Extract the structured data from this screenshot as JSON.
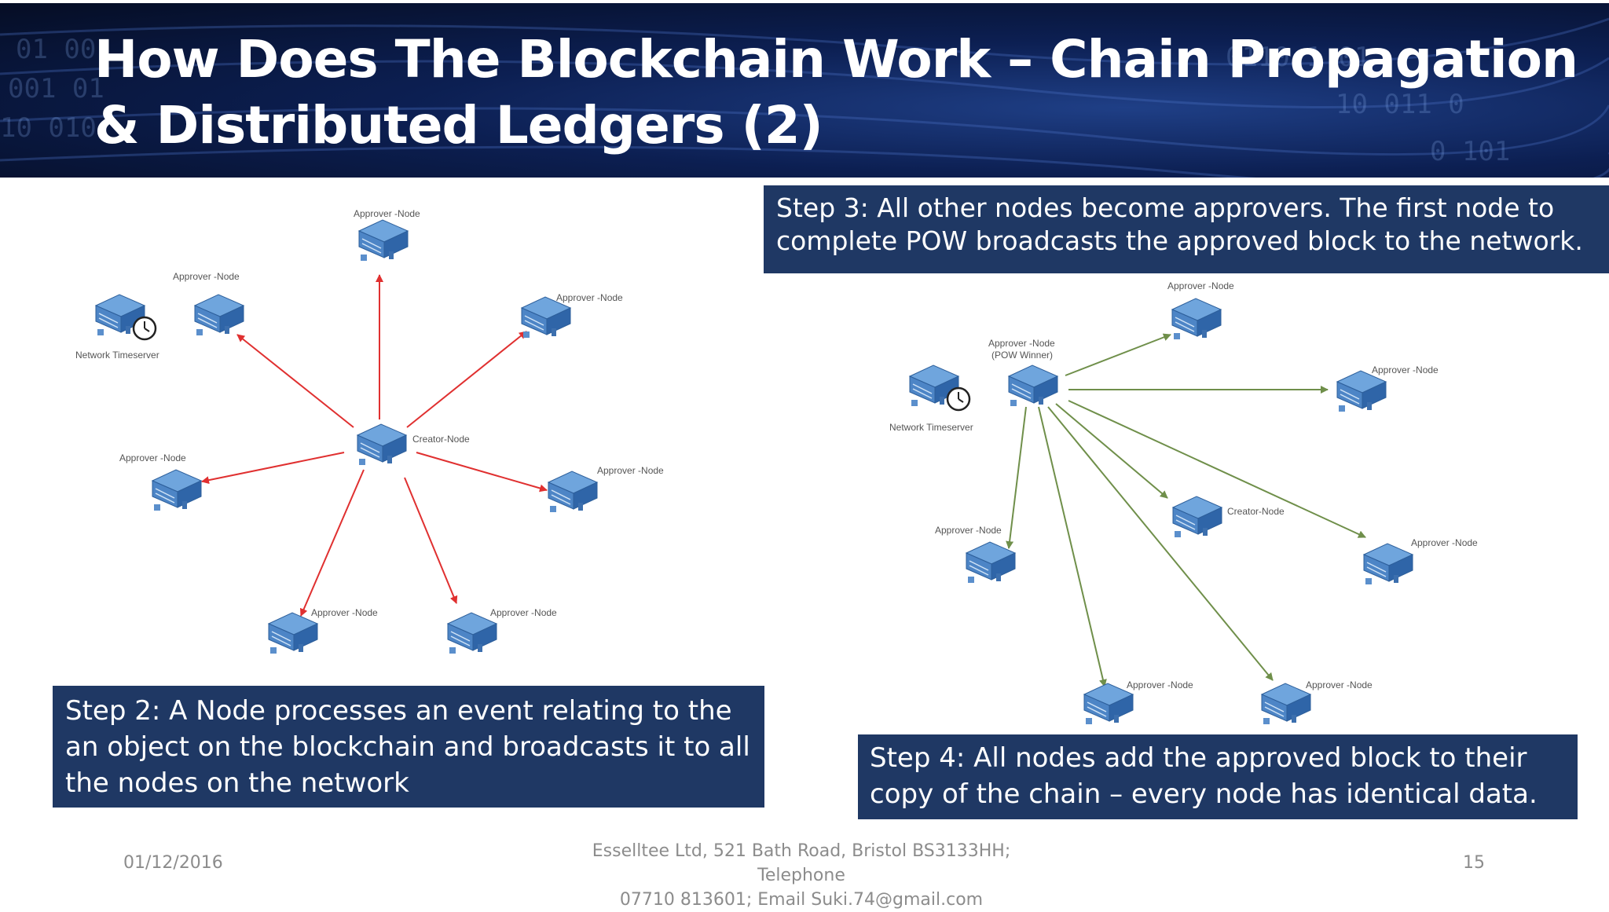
{
  "header": {
    "title": "How Does The Blockchain Work – Chain Propagation & Distributed Ledgers (2)"
  },
  "steps": {
    "step2": "Step 2: A Node processes an event relating to the an object on the blockchain and broadcasts it to all the nodes on the network",
    "step3": "Step 3: All other nodes become approvers. The first node to complete POW broadcasts the approved block to the network.",
    "step4": "Step 4: All nodes add the approved block to their copy of the chain – every node has identical data."
  },
  "diagram_left": {
    "center_label": "Creator-Node",
    "timeserver_label": "Network Timeserver",
    "approver_label": "Approver -Node",
    "arrow_color": "#e03030"
  },
  "diagram_right": {
    "winner_label_1": "Approver -Node",
    "winner_label_2": "(POW Winner)",
    "timeserver_label": "Network Timeserver",
    "creator_label": "Creator-Node",
    "approver_label": "Approver -Node",
    "arrow_color": "#6f8f4a"
  },
  "footer": {
    "date": "01/12/2016",
    "address_line1": "Esselltee Ltd, 521 Bath Road, Bristol BS3133HH; Telephone",
    "address_line2": "07710 813601; Email Suki.74@gmail.com",
    "page_number": "15"
  },
  "colors": {
    "step_box": "#1f3864",
    "banner_dark": "#050d24"
  }
}
